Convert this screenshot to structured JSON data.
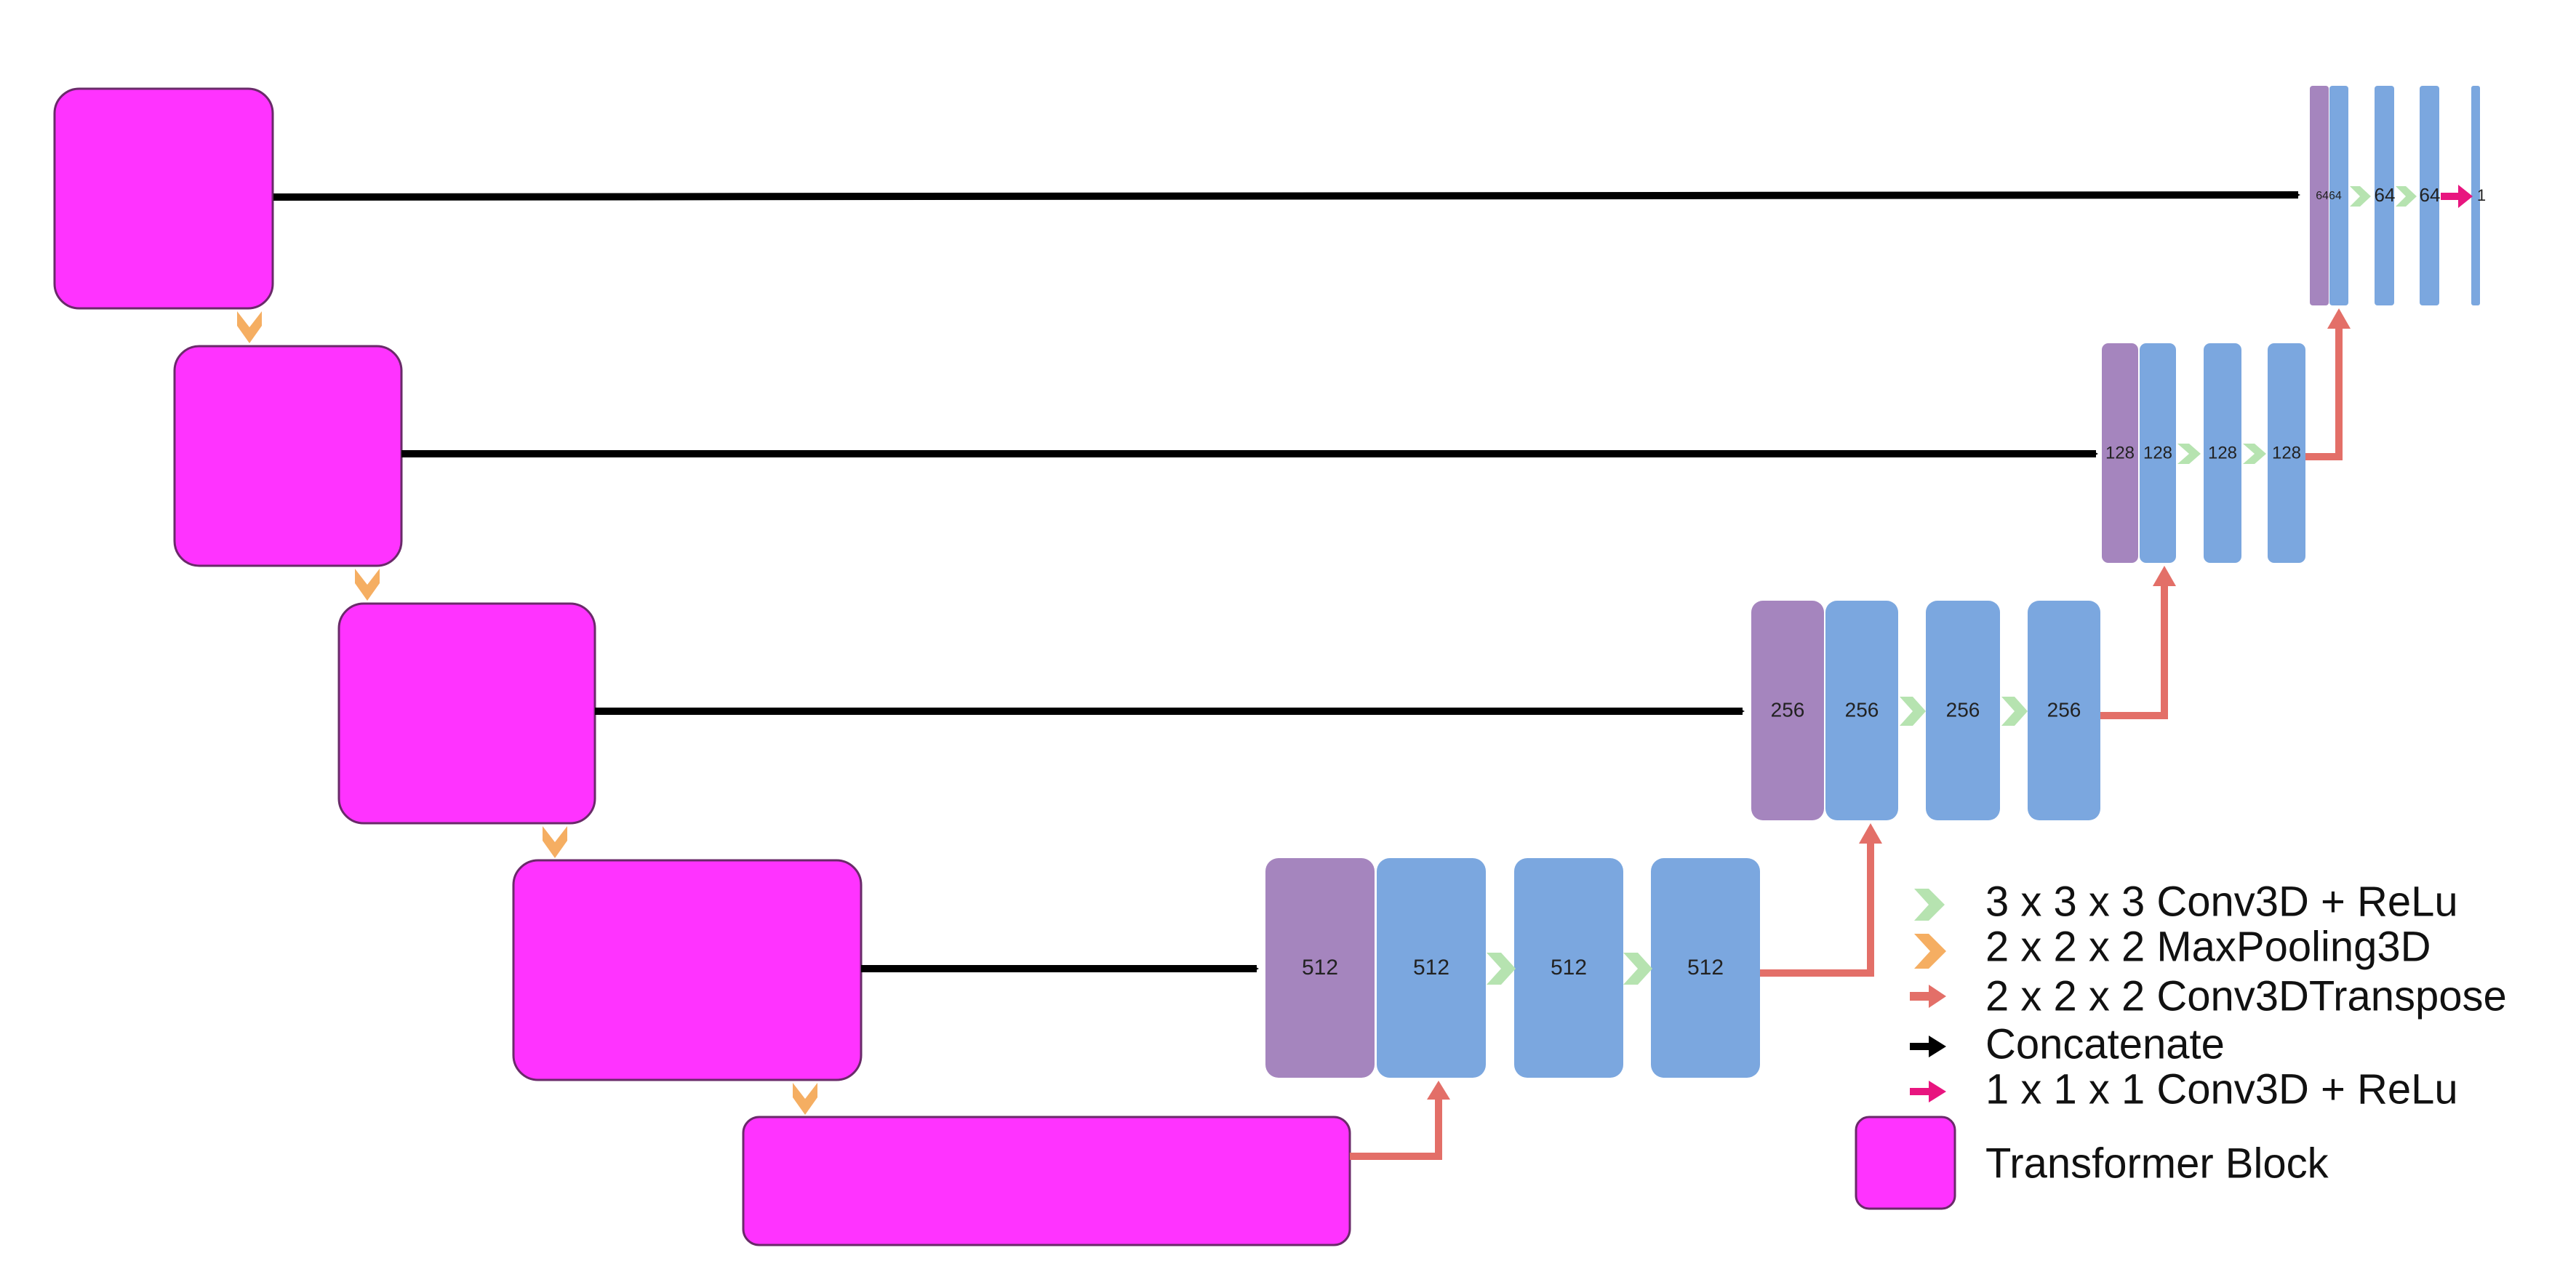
{
  "colors": {
    "transformer": "#FF33FF",
    "decoder_block": "#7BA7DF",
    "concat_block": "#A585BE",
    "conv_arrow": "#B6E3B0",
    "maxpool_arrow": "#F5AE62",
    "transpose_arrow": "#E36F68",
    "concat_arrow": "#000000",
    "final_arrow": "#E8157F"
  },
  "levels": [
    {
      "concat_label": "6464",
      "block_labels": [
        "64",
        "64"
      ],
      "final_label": "1"
    },
    {
      "concat_label": "128",
      "block_labels": [
        "128",
        "128",
        "128"
      ]
    },
    {
      "concat_label": "256",
      "block_labels": [
        "256",
        "256",
        "256"
      ]
    },
    {
      "concat_label": "512",
      "block_labels": [
        "512",
        "512",
        "512"
      ]
    }
  ],
  "legend": {
    "items": [
      {
        "icon": "conv-arrow-icon",
        "label": "3 x 3 x 3 Conv3D + ReLu"
      },
      {
        "icon": "maxpool-arrow-icon",
        "label": "2 x 2 x 2 MaxPooling3D"
      },
      {
        "icon": "transpose-arrow-icon",
        "label": "2 x 2 x 2 Conv3DTranspose"
      },
      {
        "icon": "concat-arrow-icon",
        "label": "Concatenate"
      },
      {
        "icon": "final-conv-arrow-icon",
        "label": "1 x 1 x 1 Conv3D + ReLu"
      },
      {
        "icon": "transformer-block-icon",
        "label": "Transformer Block"
      }
    ]
  }
}
